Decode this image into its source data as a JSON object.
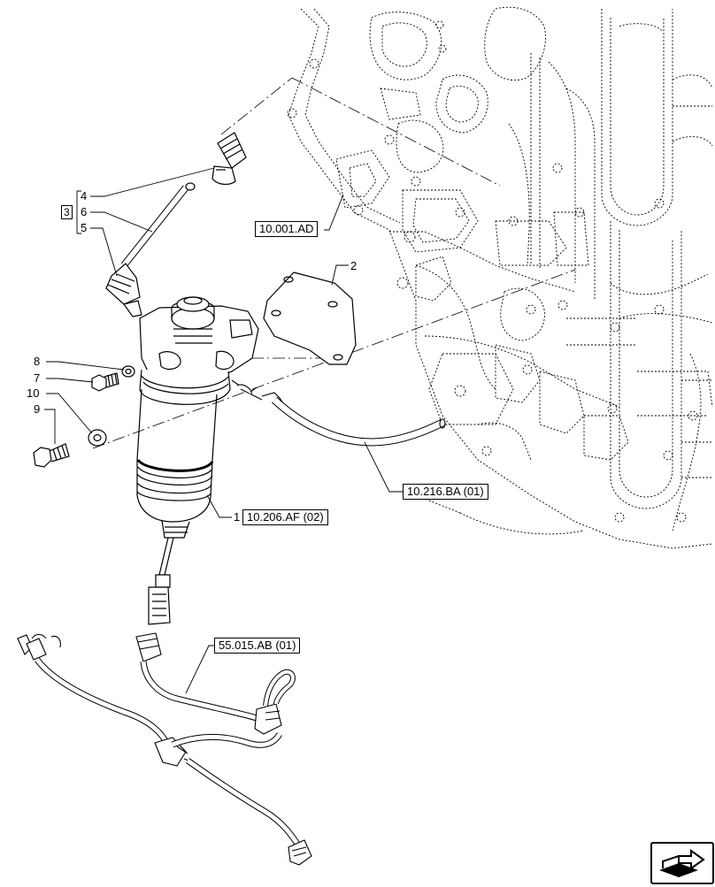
{
  "references": {
    "engine": "10.001.AD",
    "fuel_filter": "10.206.AF (02)",
    "fuel_line": "10.216.BA (01)",
    "harness": "55.015.AB (01)"
  },
  "callouts": {
    "c1": "1",
    "c2": "2",
    "c3": "3",
    "c4": "4",
    "c5": "5",
    "c6": "6",
    "c7": "7",
    "c8": "8",
    "c9": "9",
    "c10": "10"
  },
  "icons": {
    "nav": "next-page-arrow-icon"
  }
}
